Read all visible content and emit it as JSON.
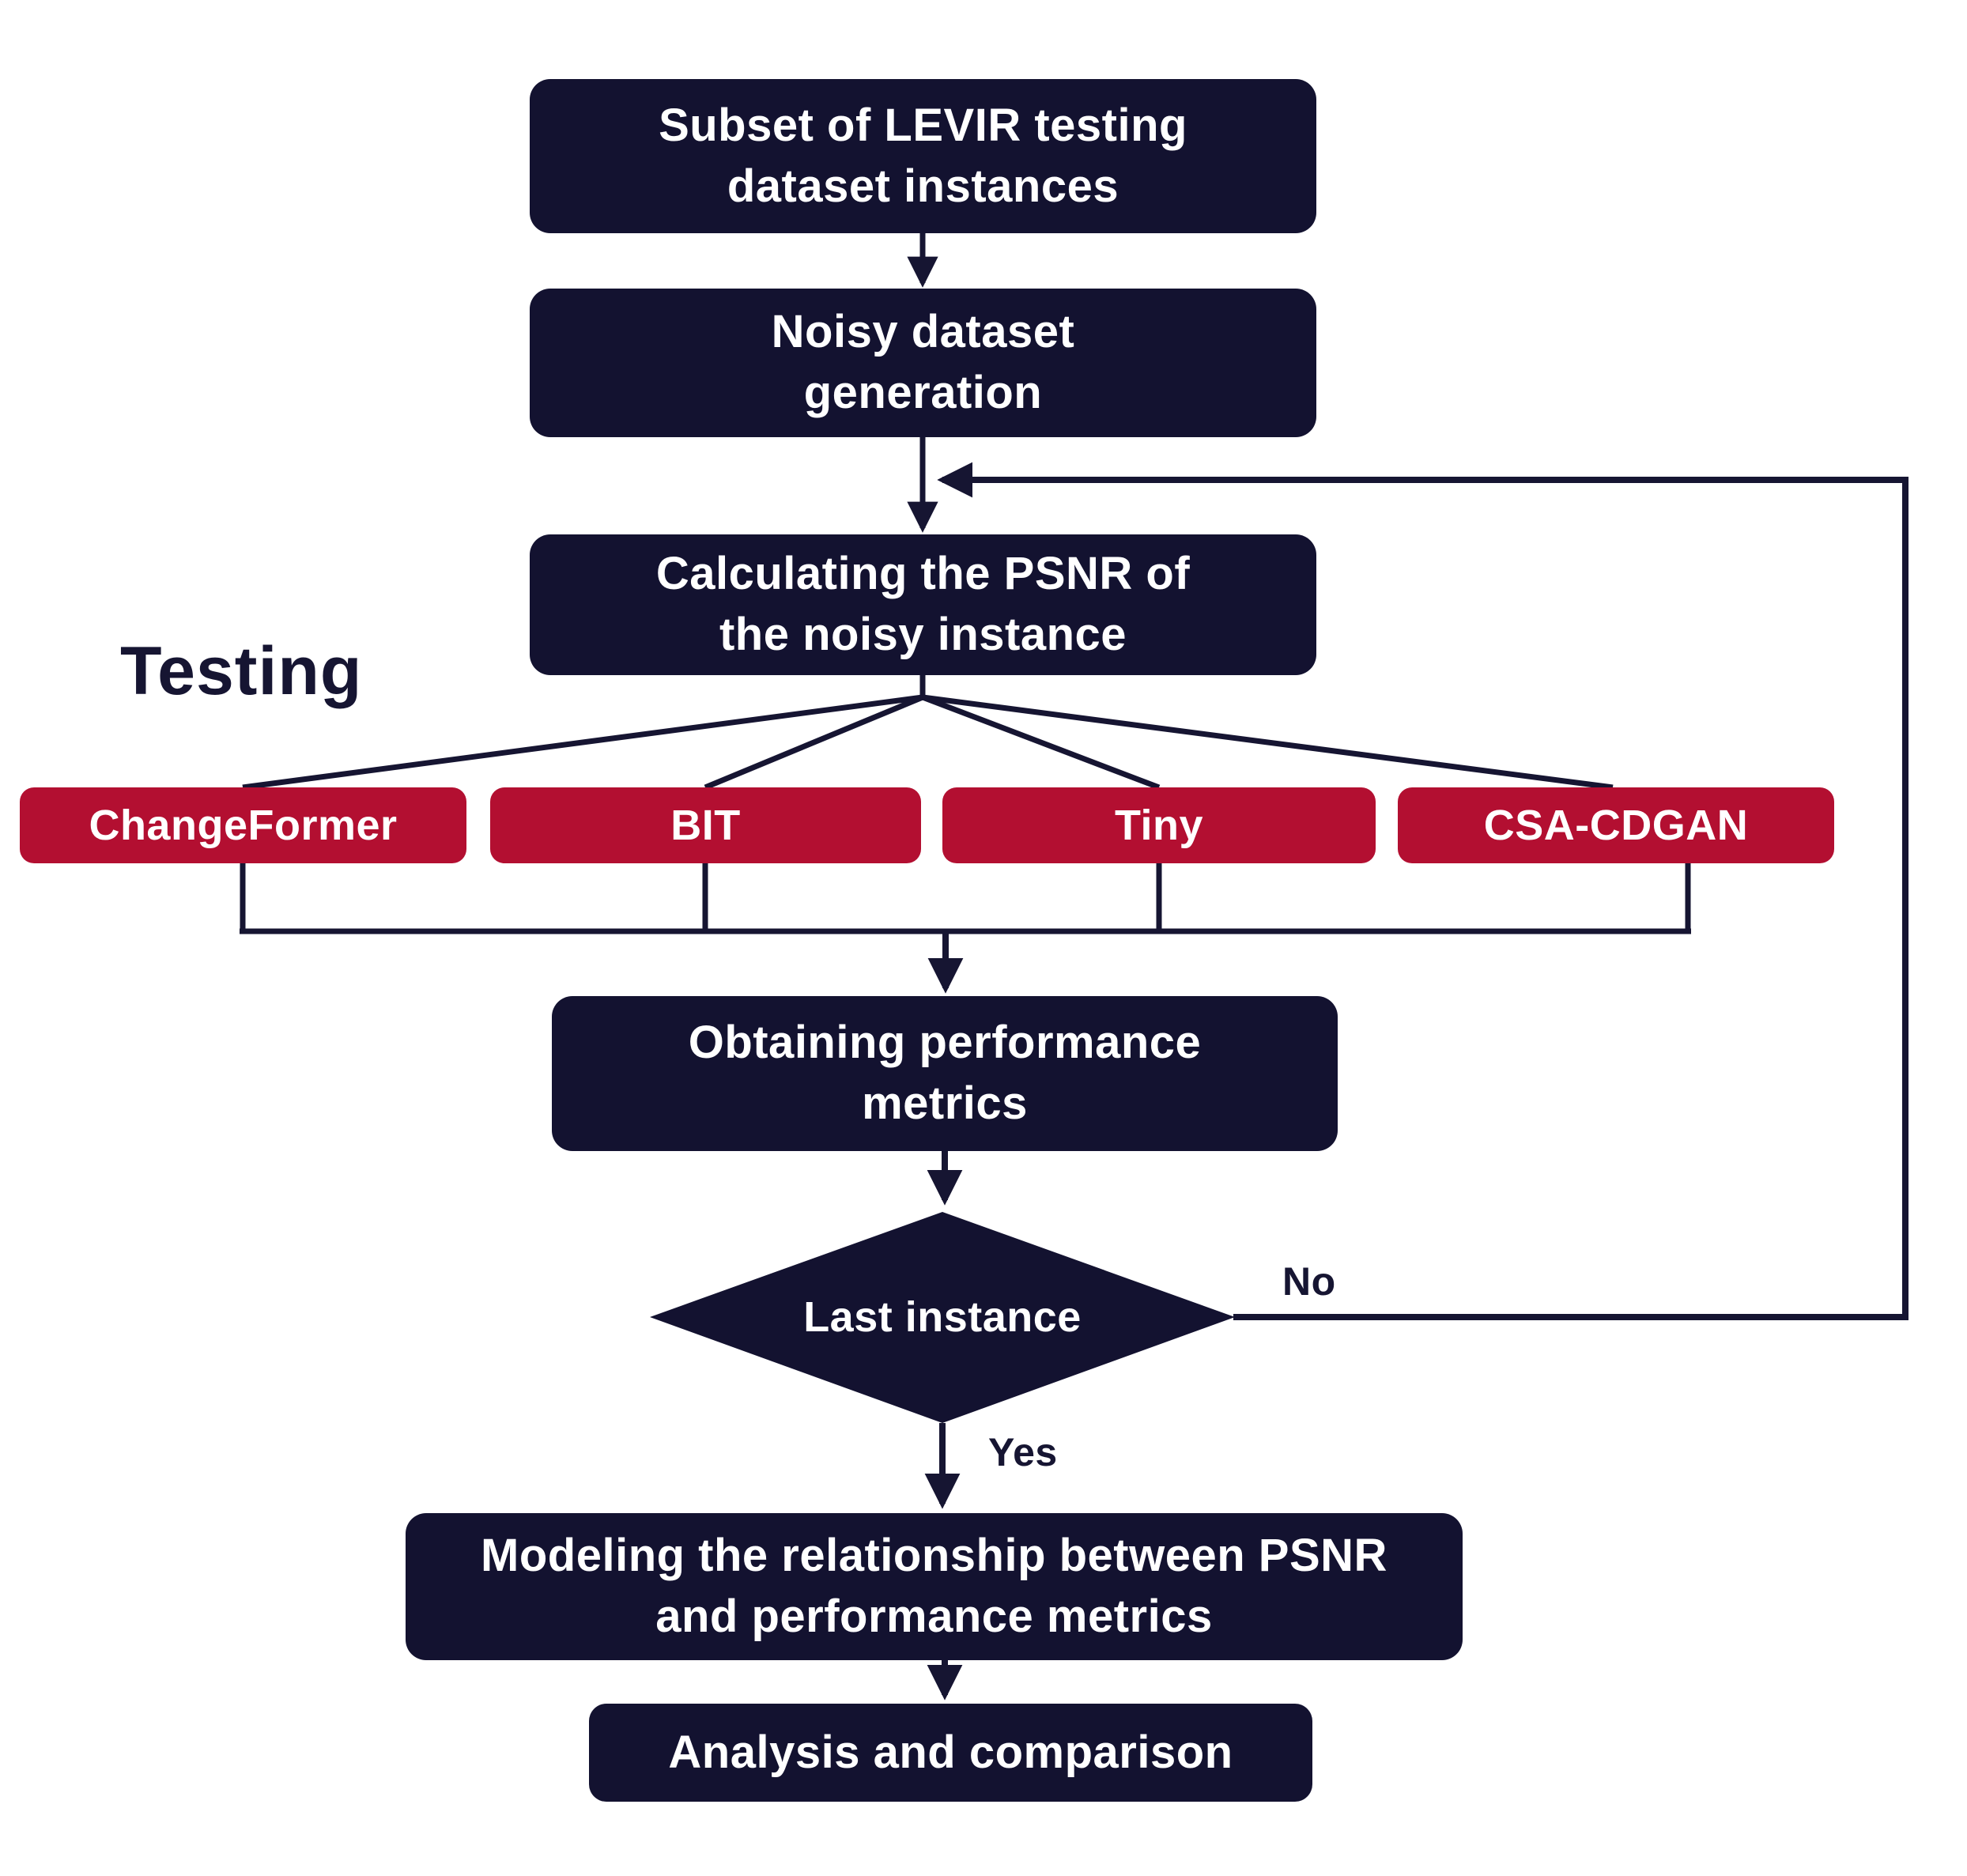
{
  "diagram": {
    "section_label": "Testing",
    "nodes": {
      "subset": "Subset of LEVIR testing dataset instances",
      "noisy": "Noisy dataset generation",
      "psnr": "Calculating the PSNR of the noisy instance",
      "obtaining": "Obtaining performance metrics",
      "decision": "Last instance",
      "modeling": "Modeling the relationship between PSNR and performance metrics",
      "analysis": "Analysis and comparison"
    },
    "models": [
      "ChangeFormer",
      "BIT",
      "Tiny",
      "CSA-CDGAN"
    ],
    "edge_labels": {
      "no": "No",
      "yes": "Yes"
    },
    "colors": {
      "process_fill": "#131230",
      "model_fill": "#b30f31",
      "line": "#161532",
      "node_text": "#ffffff",
      "label_text": "#161532",
      "background": "#ffffff"
    }
  }
}
